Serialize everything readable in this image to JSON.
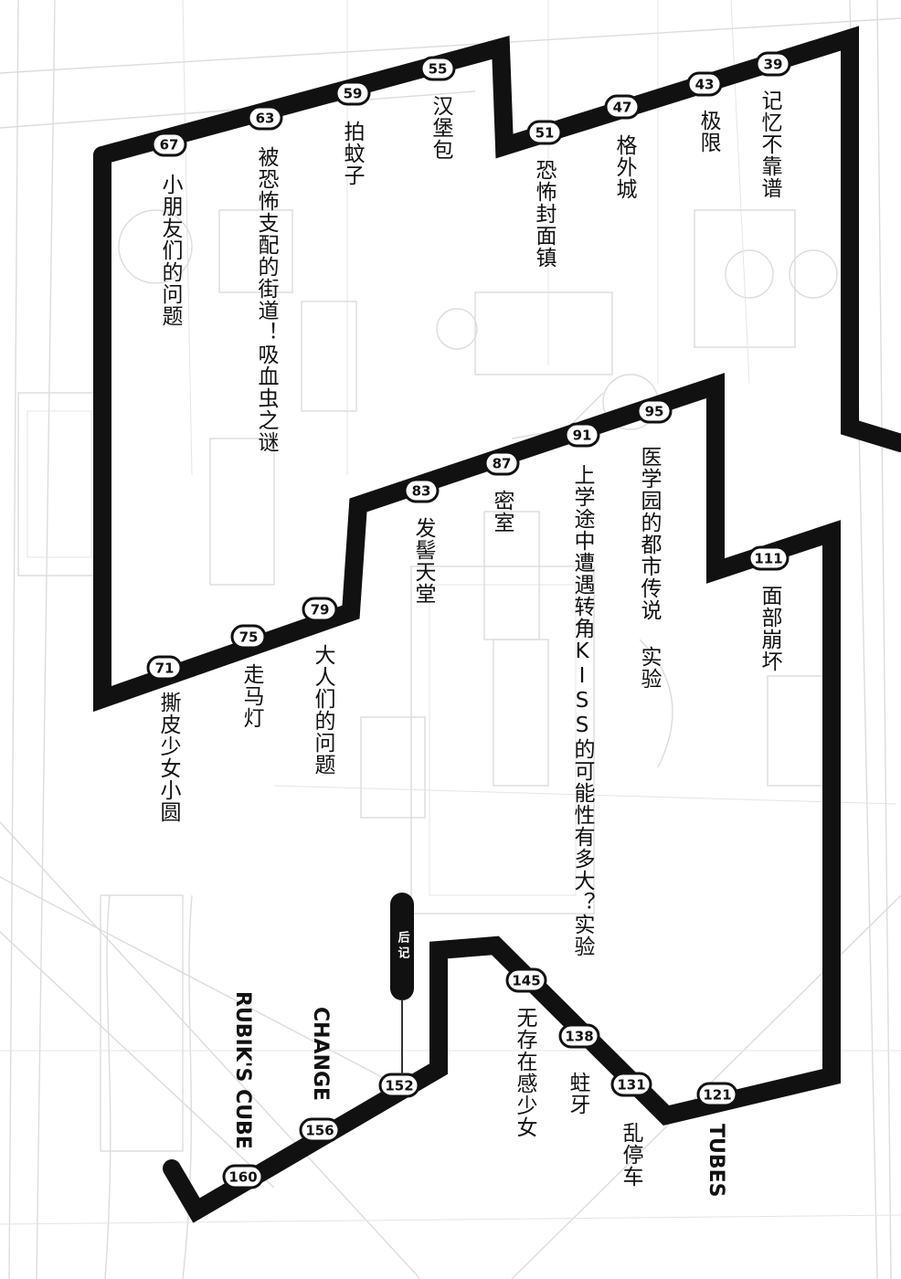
{
  "colors": {
    "route": "#111111",
    "background": "#ffffff",
    "sketch": "#dcdcdc"
  },
  "stations": [
    {
      "id": "s39",
      "num": "39",
      "title": "记忆不靠谱"
    },
    {
      "id": "s43",
      "num": "43",
      "title": "极限"
    },
    {
      "id": "s47",
      "num": "47",
      "title": "格外城"
    },
    {
      "id": "s51",
      "num": "51",
      "title": "恐怖封面镇"
    },
    {
      "id": "s55",
      "num": "55",
      "title": "汉堡包"
    },
    {
      "id": "s59",
      "num": "59",
      "title": "拍蚊子"
    },
    {
      "id": "s63",
      "num": "63",
      "title": "被恐怖支配的街道！吸血虫之谜"
    },
    {
      "id": "s67",
      "num": "67",
      "title": "小朋友们的问题"
    },
    {
      "id": "s71",
      "num": "71",
      "title": "撕皮少女小圆"
    },
    {
      "id": "s75",
      "num": "75",
      "title": "走马灯"
    },
    {
      "id": "s79",
      "num": "79",
      "title": "大人们的问题"
    },
    {
      "id": "s83",
      "num": "83",
      "title": "发髻天堂"
    },
    {
      "id": "s87",
      "num": "87",
      "title": "密室"
    },
    {
      "id": "s91",
      "num": "91",
      "title": "上学途中遭遇转角KISS的可能性有多大？实验"
    },
    {
      "id": "s95",
      "num": "95",
      "title": "医学园的都市传说 实验"
    },
    {
      "id": "s111",
      "num": "111",
      "title": "面部崩坏"
    },
    {
      "id": "s121",
      "num": "121",
      "title": "TUBES"
    },
    {
      "id": "s131",
      "num": "131",
      "title": "乱停车"
    },
    {
      "id": "s138",
      "num": "138",
      "title": "蛀牙"
    },
    {
      "id": "s145",
      "num": "145",
      "title": "无存在感少女"
    },
    {
      "id": "s152",
      "num": "152",
      "title": "CHANGE"
    },
    {
      "id": "s156",
      "num": "156",
      "title": "CHANGE"
    },
    {
      "id": "s160",
      "num": "160",
      "title": "RUBIK'S CUBE"
    }
  ],
  "afterword": {
    "label": "后记"
  }
}
